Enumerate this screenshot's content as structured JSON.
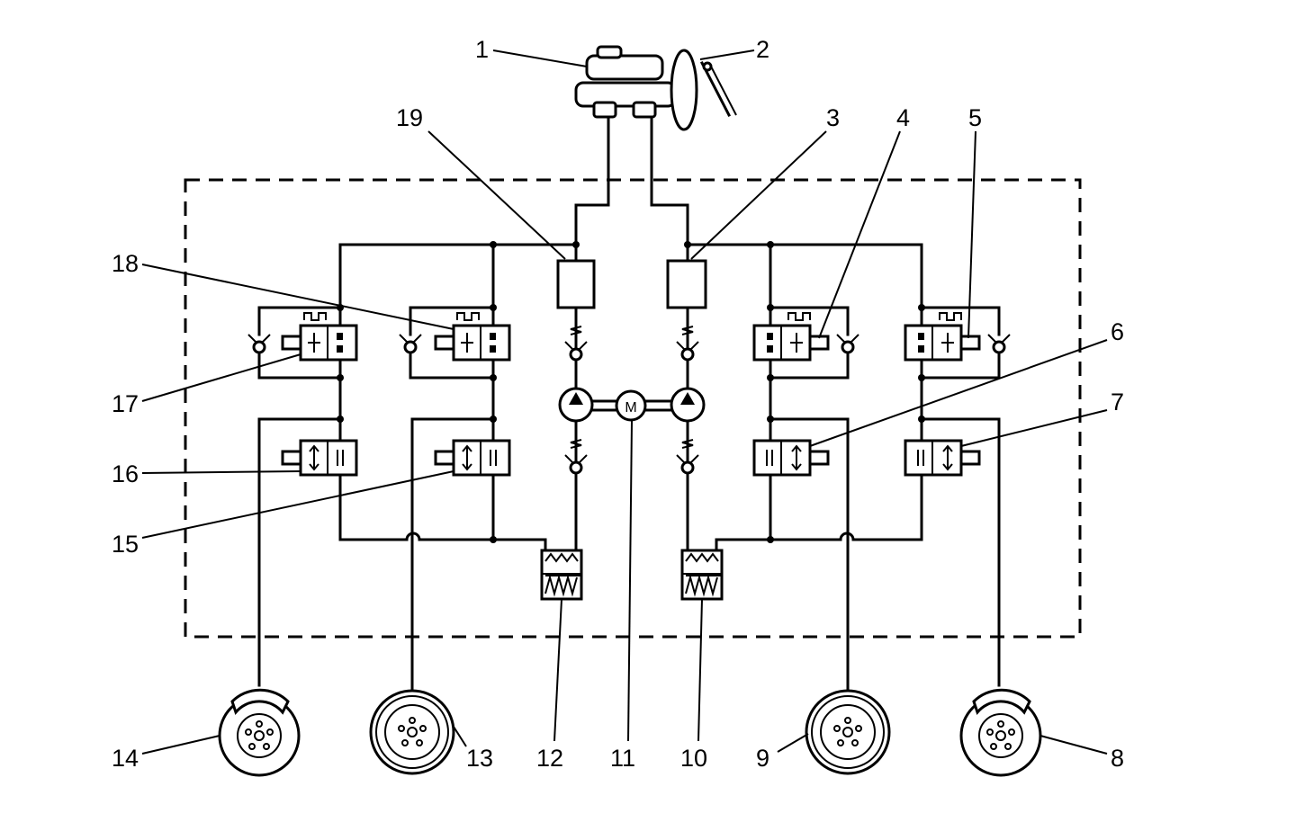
{
  "callouts": [
    "1",
    "2",
    "3",
    "4",
    "5",
    "6",
    "7",
    "8",
    "9",
    "10",
    "11",
    "12",
    "13",
    "14",
    "15",
    "16",
    "17",
    "18",
    "19"
  ],
  "motor_label": "M",
  "colors": {
    "line": "#000000",
    "background": "#ffffff"
  }
}
